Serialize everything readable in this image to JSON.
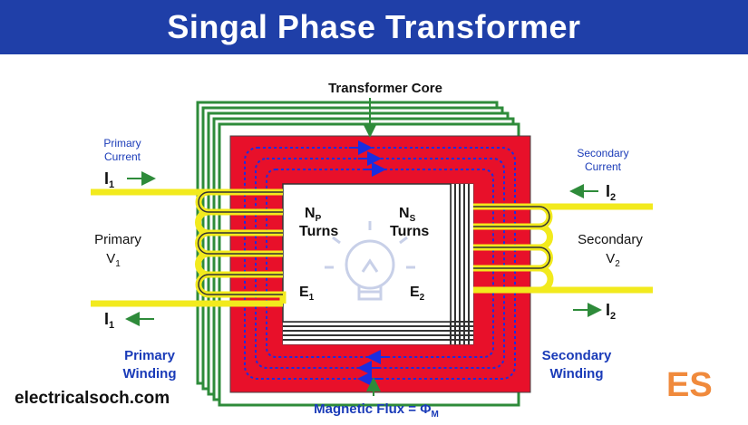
{
  "title": "Singal Phase Transformer",
  "labels": {
    "core": "Transformer Core",
    "primary_current": [
      "Primary",
      "Current"
    ],
    "secondary_current": [
      "Secondary",
      "Current"
    ],
    "i1_in": "I",
    "i1_in_sub": "1",
    "i1_out": "I",
    "i1_out_sub": "1",
    "i2_in": "I",
    "i2_in_sub": "2",
    "i2_out": "I",
    "i2_out_sub": "2",
    "primary": "Primary",
    "v1": "V",
    "v1_sub": "1",
    "secondary": "Secondary",
    "v2": "V",
    "v2_sub": "2",
    "np": "N",
    "np_sub": "P",
    "ns": "N",
    "ns_sub": "S",
    "turns_p": "Turns",
    "turns_s": "Turns",
    "e1": "E",
    "e1_sub": "1",
    "e2": "E",
    "e2_sub": "2",
    "primary_winding": [
      "Primary",
      "Winding"
    ],
    "secondary_winding": [
      "Secondary",
      "Winding"
    ],
    "flux": "Magnetic Flux = Φ",
    "flux_sub": "M",
    "site": "electricalsoch.com",
    "logo": "ES"
  },
  "colors": {
    "banner": "#1f3fa8",
    "core_red": "#e8102a",
    "lamination_green": "#2e8b3a",
    "winding_yellow": "#f2ea1d",
    "flux_blue": "#1a2ee0",
    "arrow_green": "#2e8b3a",
    "label_blue": "#1a3bb8",
    "logo_orange": "#f08a3c",
    "logo_blue": "#3a8fd8"
  },
  "icons": [
    "light-bulb-icon",
    "es-logo-icon"
  ]
}
